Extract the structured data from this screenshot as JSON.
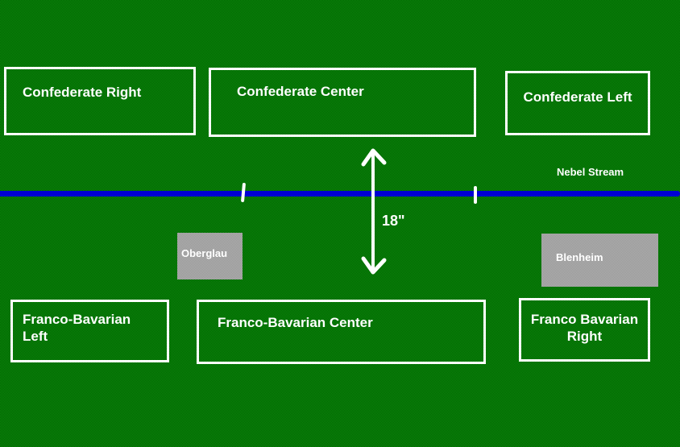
{
  "colors": {
    "field_green_light": "#0a8a0a",
    "field_green_dark": "#026002",
    "stream_blue": "#0000d4",
    "town_gray_light": "#b0b0b0",
    "town_gray_dark": "#979797",
    "border_white": "#ffffff",
    "text_white": "#ffffff"
  },
  "confederate": {
    "right": "Confederate Right",
    "center": "Confederate Center",
    "left": "Confederate Left"
  },
  "franco": {
    "left": "Franco-Bavarian Left",
    "center": "Franco-Bavarian Center",
    "right": "Franco Bavarian Right"
  },
  "towns": {
    "oberglau": "Oberglau",
    "blenheim": "Blenheim"
  },
  "stream": {
    "label": "Nebel Stream"
  },
  "measurement": {
    "label": "18\""
  }
}
